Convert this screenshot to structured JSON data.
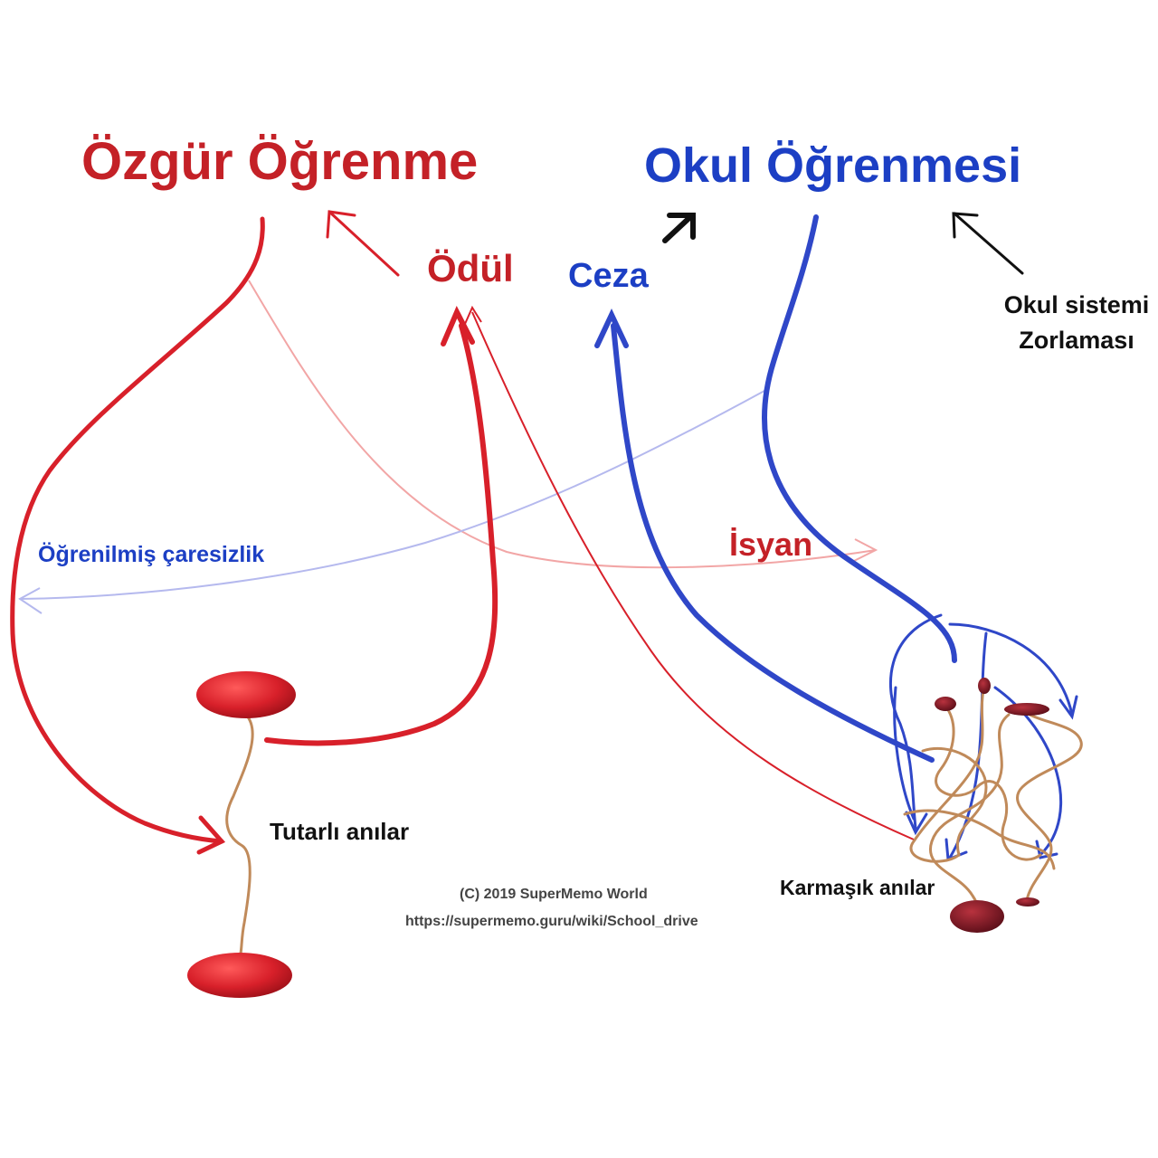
{
  "titles": {
    "free_learning": "Özgür Öğrenme",
    "school_learning": "Okul Öğrenmesi"
  },
  "labels": {
    "reward": "Ödül",
    "punishment": "Ceza",
    "school_pressure_line1": "Okul sistemi",
    "school_pressure_line2": "Zorlaması",
    "learned_helplessness": "Öğrenilmiş çaresizlik",
    "rebellion": "İsyan",
    "coherent_memories": "Tutarlı anılar",
    "complex_memories": "Karmaşık anılar"
  },
  "credits": {
    "copyright": "(C) 2019 SuperMemo World",
    "url": "https://supermemo.guru/wiki/School_drive"
  },
  "colors": {
    "red": "#c42127",
    "blue": "#1c3fc4",
    "black": "#111111",
    "memory_red": "#d8202a",
    "memory_dark": "#7a1a22",
    "axon": "#c08a5a",
    "faint_red": "#f0a0a0",
    "faint_blue": "#b5b9ee"
  }
}
